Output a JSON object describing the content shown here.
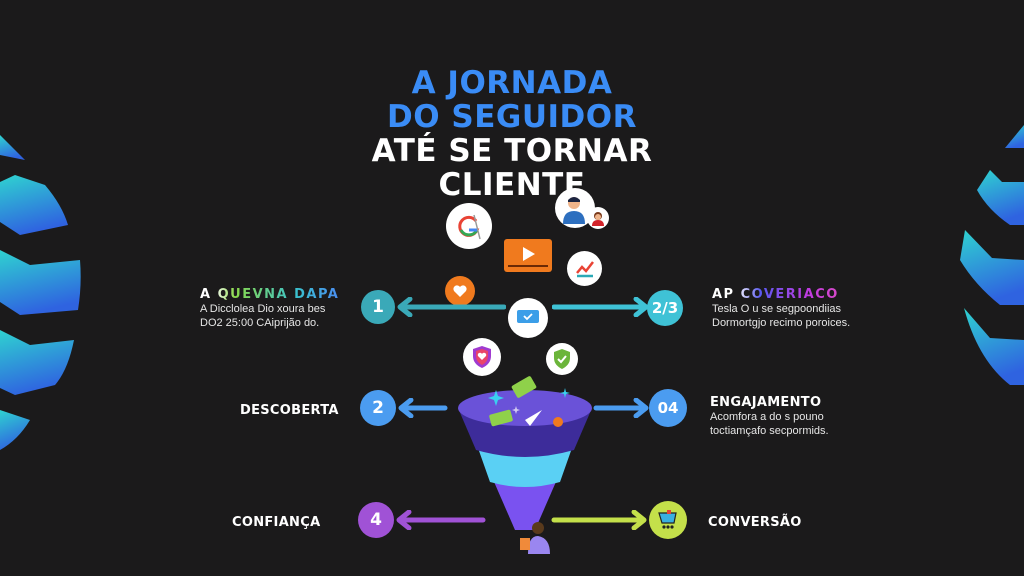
{
  "title": {
    "line1": "A JORNADA",
    "line2": "DO SEGUIDOR",
    "line3": "ATÉ SE TORNAR",
    "line4": "CLIENTE"
  },
  "steps": [
    {
      "number": "1",
      "heading": "A QUEVNA DAPA",
      "desc_line1": "A Dicclolea Dio xoura bes",
      "desc_line2": "DO2 25:00   CAiprijão do.",
      "color": "#3aa9b8",
      "arrow_dir": "left"
    },
    {
      "number": "2/3",
      "heading": "AP COVERIACO",
      "desc_line1": "Tesla O u se segpoondiias",
      "desc_line2": "Dormortgjo recimo poroices.",
      "color": "#3fc2d6",
      "arrow_dir": "right"
    },
    {
      "number": "2",
      "heading": "DESCOBERTA",
      "color": "#4b9cf0",
      "arrow_dir": "left"
    },
    {
      "number": "04",
      "heading": "ENGAJAMENTO",
      "desc_line1": "Acomfora a do s pouno",
      "desc_line2": "toctiamçafo secpormids.",
      "color": "#4b9cf0",
      "arrow_dir": "right"
    },
    {
      "number": "4",
      "heading": "CONFIANÇA",
      "color": "#a052d6",
      "arrow_dir": "left"
    },
    {
      "number": "",
      "heading": "CONVERSÃO",
      "icon": "shopping-cart-icon",
      "color": "#c4e04a",
      "arrow_dir": "right"
    }
  ],
  "icons": [
    "google-icon",
    "people-icon",
    "video-play-icon",
    "chart-check-icon",
    "heart-icon",
    "message-check-icon",
    "shield-heart-icon",
    "shield-check-icon",
    "funnel-icon",
    "money-icon",
    "person-laptop-icon"
  ],
  "colors": {
    "background": "#1b1a1b",
    "title_blue": "#3a8cf6",
    "teal": "#3aa9b8",
    "blue": "#4b9cf0",
    "purple": "#a052d6",
    "lime": "#c4e04a",
    "orange": "#f07a1e"
  }
}
